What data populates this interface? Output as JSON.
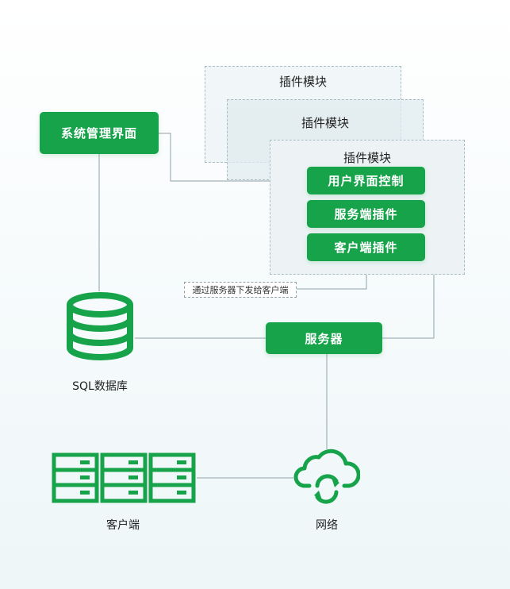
{
  "colors": {
    "green": "#16a34a",
    "line": "#8fa2aa",
    "module_bg": "#e8f0f3"
  },
  "admin_ui": {
    "label": "系统管理界面"
  },
  "plugin_modules": [
    {
      "title": "插件模块"
    },
    {
      "title": "插件模块"
    },
    {
      "title": "插件模块"
    }
  ],
  "plugin_items": [
    {
      "label": "用户界面控制"
    },
    {
      "label": "服务端插件"
    },
    {
      "label": "客户端插件"
    }
  ],
  "note": {
    "text": "通过服务器下发给客户端"
  },
  "server": {
    "label": "服务器"
  },
  "database": {
    "label": "SQL数据库",
    "icon": "database-icon"
  },
  "clients": {
    "label": "客户端",
    "icon": "server-rack-icon"
  },
  "network": {
    "label": "网络",
    "icon": "cloud-sync-icon"
  }
}
